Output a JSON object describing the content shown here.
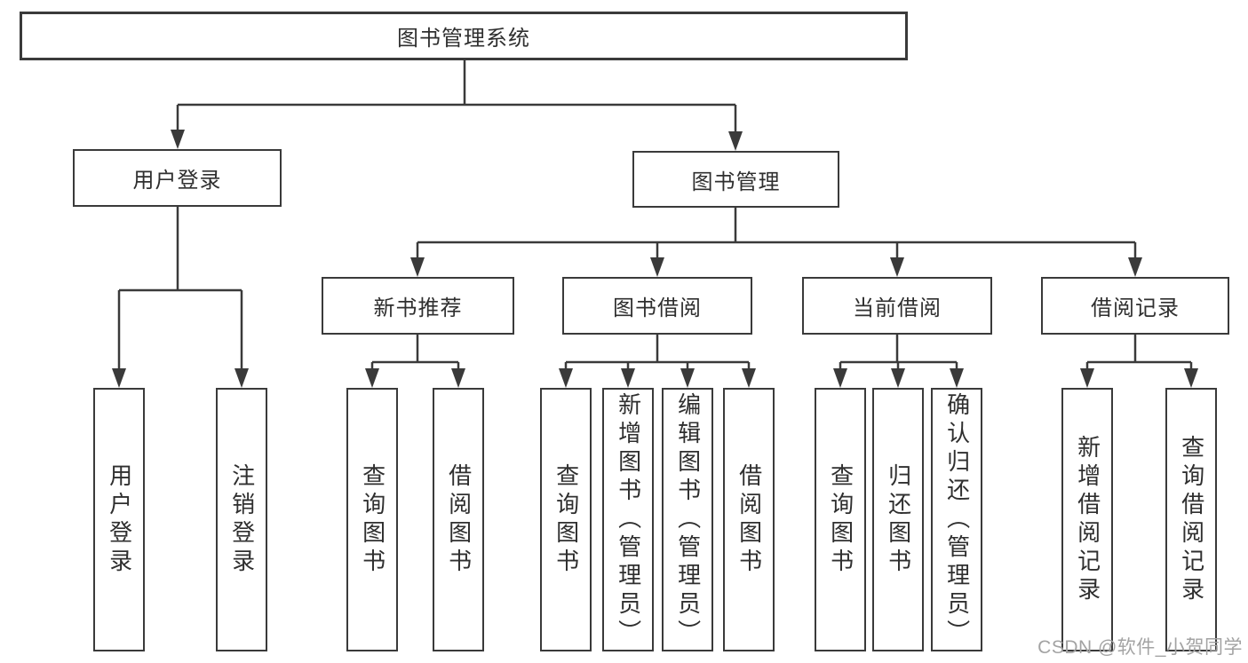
{
  "diagram": {
    "root": {
      "label": "图书管理系统"
    },
    "branches": [
      {
        "label": "用户登录",
        "leaves": [
          "用户登录",
          "注销登录"
        ]
      },
      {
        "label": "图书管理",
        "groups": [
          {
            "label": "新书推荐",
            "leaves": [
              "查询图书",
              "借阅图书"
            ]
          },
          {
            "label": "图书借阅",
            "leaves": [
              "查询图书",
              "新增图书（管理员）",
              "编辑图书（管理员）",
              "借阅图书"
            ]
          },
          {
            "label": "当前借阅",
            "leaves": [
              "查询图书",
              "归还图书",
              "确认归还（管理员）"
            ]
          },
          {
            "label": "借阅记录",
            "leaves": [
              "新增借阅记录",
              "查询借阅记录"
            ]
          }
        ]
      }
    ]
  },
  "colors": {
    "line": "#3a3a3a",
    "box_border": "#3a3a3a",
    "text": "#2f2f2f",
    "watermark": "#a3a3a3",
    "background": "#ffffff"
  },
  "watermark": {
    "text": "CSDN @软件_小贺同学"
  }
}
